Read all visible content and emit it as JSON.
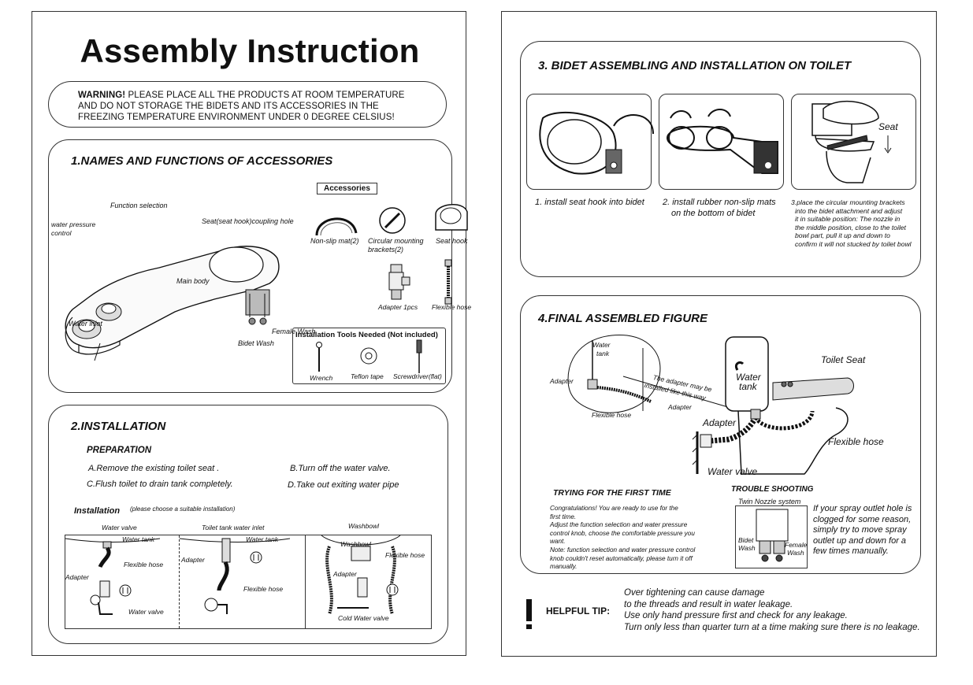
{
  "left": {
    "title": "Assembly Instruction",
    "warning": {
      "bold": "WARNING!",
      "line1": " PLEASE PLACE  ALL THE PRODUCTS  AT ROOM TEMPERATURE",
      "line2": "AND DO NOT  STORAGE  THE BIDETS  AND ITS  ACCESSORIES IN   THE",
      "line3": "FREEZING  TEMPERATURE  ENVIRONMENT UNDER 0 DEGREE CELSIUS!"
    },
    "section1": {
      "heading": "1.NAMES AND FUNCTIONS OF ACCESSORIES",
      "labels": {
        "function_selection": "Function selection",
        "water_pressure_1": "water pressure",
        "water_pressure_2": "control",
        "seat_hook_hole": "Seat(seat hook)coupling hole",
        "main_body": "Main body",
        "water_inlet": "Water inlet",
        "female_wash": "Female Wash",
        "bidet_wash": "Bidet Wash"
      },
      "accessories_title": "Accessories",
      "accessories": {
        "nonslip": "Non-slip mat(2)",
        "circular_1": "Circular mounting",
        "circular_2": "brackets(2)",
        "seat_hook": "Seat hook",
        "adapter": "Adapter 1pcs",
        "flexible_hose": "Flexible hose"
      },
      "tools_title": "Installation Tools Needed  (Not included)",
      "tools": {
        "wrench": "Wrench",
        "teflon": "Teflon tape",
        "screwdriver": "Screwdriver(flat)"
      }
    },
    "section2": {
      "heading": "2.INSTALLATION",
      "preparation": "PREPARATION",
      "steps": {
        "a": "A.Remove the existing toilet seat .",
        "b": "B.Turn off the water valve.",
        "c": "C.Flush toilet to drain tank completely.",
        "d": "D.Take out exiting water pipe"
      },
      "installation": "Installation",
      "installation_note": "(please choose a suitable installation)",
      "columns": [
        "Water valve",
        "Toilet tank water inlet",
        "Washbowl"
      ],
      "diagram_labels": {
        "water_tank_1": "Water tank",
        "flexible_hose_1": "Flexible hose",
        "adapter_1": "Adapter",
        "water_valve_1": "Water valve",
        "water_tank_2": "Water tank",
        "adapter_2": "Adapter",
        "flexible_hose_2": "Flexible hose",
        "washbowl": "Washbowl",
        "flexible_hose_3": "Flexible hose",
        "adapter_3": "Adapter",
        "cold_valve": "Cold  Water valve"
      }
    }
  },
  "right": {
    "section3": {
      "heading": "3. BIDET ASSEMBLING AND INSTALLATION ON TOILET",
      "seat_label": "Seat",
      "step1": "1. install seat hook into bidet",
      "step2_1": "2. install rubber non-slip mats",
      "step2_2": "on the bottom of bidet",
      "step3": [
        "3.place the circular mounting brackets",
        "into the bidet attachment and adjust",
        "it in suitable position: The nozzle in",
        "the middle position, close to the toilet",
        "bowl part, pull it up and down to",
        "confirm it will not stucked by toilet bowl"
      ]
    },
    "section4": {
      "heading": "4.FINAL ASSEMBLED FIGURE",
      "labels": {
        "water_tank_small_1": "Water",
        "water_tank_small_2": "tank",
        "adapter_small": "Adapter",
        "flexible_hose_small": "Flexible hose",
        "note_1": "The adapter may be",
        "note_2": "installed like this way",
        "adapter_note": "Adapter",
        "water_tank_big_1": "Water",
        "water_tank_big_2": "tank",
        "toilet_seat": "Toilet Seat",
        "adapter_big": "Adapter",
        "flexible_hose_big": "Flexible hose",
        "water_valve": "Water valve"
      },
      "trying_title": "TRYING FOR THE FIRST TIME",
      "trying_text": [
        "Congratulations! You are ready to use for the",
        "first time.",
        "Adjust the function selection and  water pressure",
        "control knob, choose the comfortable pressure you",
        "want.",
        "Note:  function selection and water pressure control",
        "knob couldn't reset automatically, please turn it off",
        "manually."
      ],
      "trouble_title": "TROUBLE SHOOTING",
      "twin_nozzle": "Twin Nozzle system",
      "bidet_1": "Bidet",
      "bidet_2": "Wash",
      "female_1": "Female",
      "female_2": "Wash",
      "trouble_text": [
        "If your spray outlet hole is",
        "clogged for some reason,",
        "simply try to move spray",
        "outlet up and down for a",
        "few times manually."
      ]
    },
    "tip": {
      "label": "HELPFUL TIP:",
      "lines": [
        "Over tightening  can cause damage",
        "to the threads and result in water leakage.",
        "Use only hand pressure first and check for any leakage.",
        "Turn only less than quarter turn at a time making sure there is no leakage."
      ]
    }
  }
}
